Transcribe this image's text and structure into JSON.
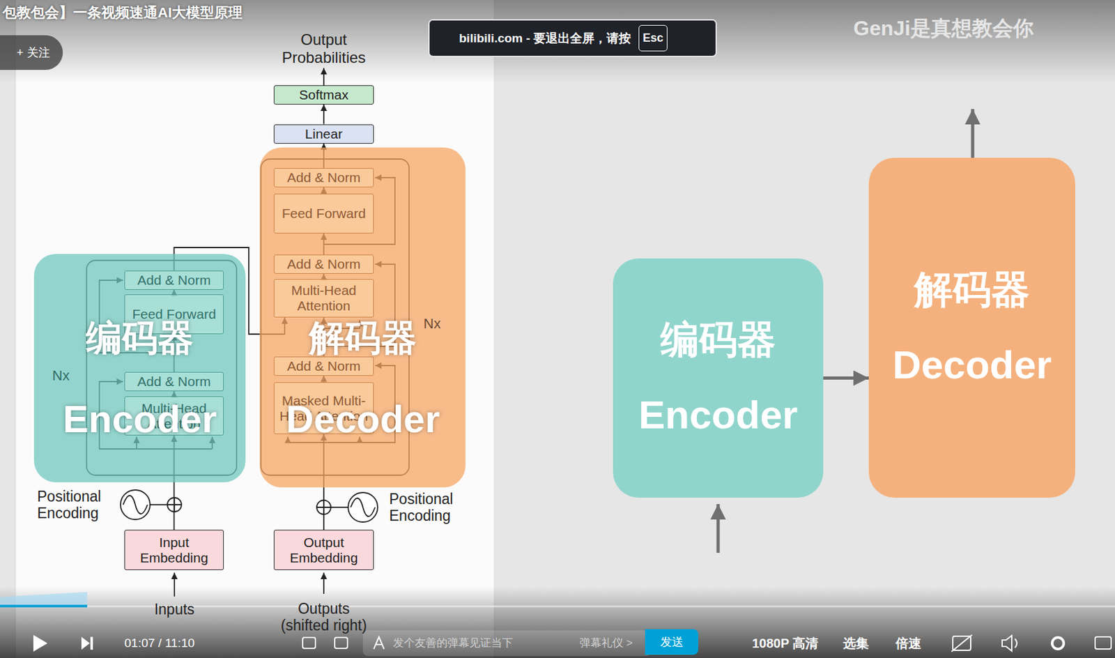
{
  "diagram": {
    "nodes": [
      {
        "text": [
          "Softmax"
        ]
      },
      {
        "text": [
          "Linear"
        ]
      },
      {
        "text": [
          "解码器",
          "Decoder"
        ]
      },
      {
        "text": [
          "Add & Norm"
        ],
        "in": 2
      },
      {
        "text": [
          "Feed Forward"
        ],
        "in": 2
      },
      {
        "text": [
          "Add & Norm"
        ],
        "in": 2
      },
      {
        "text": [
          "Multi-Head Attention"
        ],
        "in": 2
      },
      {
        "text": [
          "Add & Norm"
        ],
        "in": 2
      },
      {
        "text": [
          "Masked Multi-Head Attention"
        ],
        "in": 2
      },
      {
        "text": [
          "编码器",
          "Encoder"
        ]
      },
      {
        "text": [
          "Add & Norm"
        ],
        "in": 9
      },
      {
        "text": [
          "Feed Forward"
        ],
        "in": 9
      },
      {
        "text": [
          "Add & Norm"
        ],
        "in": 9
      },
      {
        "text": [
          "Multi-Head Attention"
        ],
        "in": 9
      },
      {
        "text": [
          "Input Embedding"
        ]
      },
      {
        "text": [
          "Output Embedding"
        ]
      },
      {
        "text": [
          "编码器",
          "Encoder"
        ]
      },
      {
        "text": [
          "解码器",
          "Decoder"
        ]
      },
      {
        "text": [
          "bilibili.com - 要退出全屏，请按"
        ]
      },
      {
        "text": [
          "Esc"
        ],
        "in": 18
      },
      {
        "text": [
          "+ 关注"
        ]
      },
      {
        "text": [
          "发送"
        ]
      }
    ],
    "edges": [
      {
        "from": 1,
        "to": 0,
        "arrow": "to"
      },
      {
        "from": 3,
        "to": 1,
        "arrow": "to"
      },
      {
        "from": 4,
        "to": 3,
        "arrow": "to"
      },
      {
        "from": 5,
        "to": 4,
        "arrow": "to"
      },
      {
        "from": 6,
        "to": 5,
        "arrow": "to"
      },
      {
        "from": 7,
        "to": 6,
        "arrow": "to"
      },
      {
        "from": 8,
        "to": 7,
        "arrow": "to"
      },
      {
        "from": 15,
        "to": 8,
        "arrow": "to"
      },
      {
        "from": 14,
        "to": 13,
        "arrow": "to"
      },
      {
        "from": 13,
        "to": 12,
        "arrow": "to"
      },
      {
        "from": 12,
        "to": 11,
        "arrow": "to"
      },
      {
        "from": 11,
        "to": 10,
        "arrow": "to"
      },
      {
        "from": 10,
        "to": 6,
        "arrow": "to"
      },
      {
        "from": 16,
        "to": 17,
        "arrow": "to"
      }
    ],
    "labels": [
      "包教包会】一条视频速通AI大模型原理",
      "GenJi是真想教会你",
      "Output Probabilities",
      "Nx",
      "Nx",
      "Positional Encoding",
      "Positional Encoding",
      "Inputs",
      "Outputs (shifted right)",
      "01:07 / 11:10",
      "发个友善的弹幕见证当下",
      "弹幕礼仪 >",
      "1080P 高清",
      "选集",
      "倍速"
    ]
  }
}
